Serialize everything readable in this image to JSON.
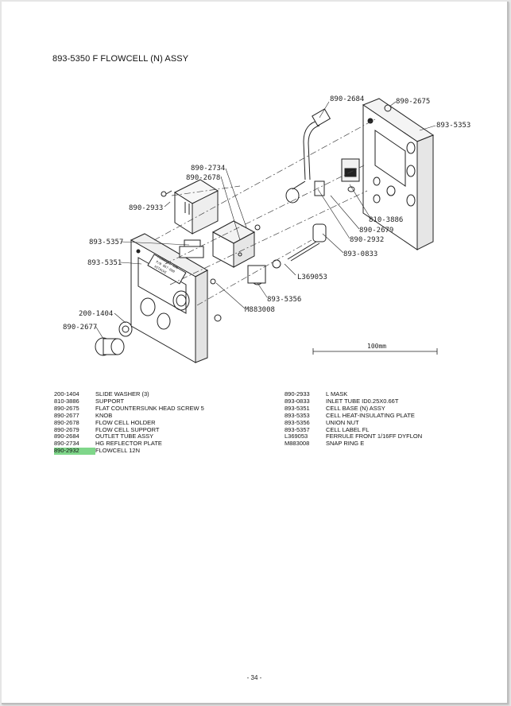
{
  "title": "893-5350  F FLOWCELL (N) ASSY",
  "scale_label": "100mm",
  "callouts": {
    "c_890_2684": "890-2684",
    "c_890_2675": "890-2675",
    "c_893_5353": "893-5353",
    "c_890_2734": "890-2734",
    "c_890_2678": "890-2678",
    "c_890_2933": "890-2933",
    "c_893_5357": "893-5357",
    "c_893_5351": "893-5351",
    "c_810_3886": "810-3886",
    "c_890_2679": "890-2679",
    "c_890_2932": "890-2932",
    "c_893_0833": "893-0833",
    "c_L369053": "L369053",
    "c_893_5356": "893-5356",
    "c_M883008": "M883008",
    "c_200_1404": "200-1404",
    "c_890_2677": "890-2677"
  },
  "label_text": {
    "l1": "FLOWCELL 12N",
    "l2": "P/N 867-000",
    "l3": "HITACHI"
  },
  "parts_left": [
    {
      "no": "200-1404",
      "desc": "SLIDE WASHER (3)"
    },
    {
      "no": "810-3886",
      "desc": "SUPPORT"
    },
    {
      "no": "890-2675",
      "desc": "FLAT COUNTERSUNK HEAD SCREW 5"
    },
    {
      "no": "890-2677",
      "desc": "KNOB"
    },
    {
      "no": "890-2678",
      "desc": "FLOW CELL HOLDER"
    },
    {
      "no": "890-2679",
      "desc": "FLOW CELL SUPPORT"
    },
    {
      "no": "890-2684",
      "desc": "OUTLET TUBE ASSY"
    },
    {
      "no": "890-2734",
      "desc": "HG REFLECTOR PLATE"
    },
    {
      "no": "890-2932",
      "desc": "FLOWCELL 12N",
      "highlight": true
    }
  ],
  "parts_right": [
    {
      "no": "890-2933",
      "desc": "L MASK"
    },
    {
      "no": "893-0833",
      "desc": "INLET TUBE ID0.25X0.66T"
    },
    {
      "no": "893-5351",
      "desc": "CELL BASE (N) ASSY"
    },
    {
      "no": "893-5353",
      "desc": "CELL HEAT-INSULATING PLATE"
    },
    {
      "no": "893-5356",
      "desc": "UNION NUT"
    },
    {
      "no": "893-5357",
      "desc": "CELL LABEL FL"
    },
    {
      "no": "L369053",
      "desc": "FERRULE FRONT 1/16FF DYFLON"
    },
    {
      "no": "M883008",
      "desc": "SNAP RING E"
    }
  ],
  "page_number": "- 34 -"
}
